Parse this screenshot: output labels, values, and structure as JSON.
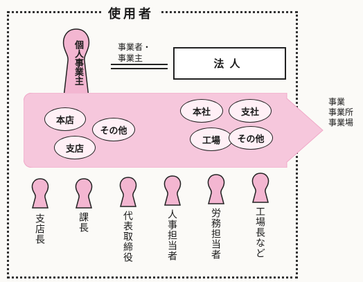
{
  "title": "使用者",
  "individual": {
    "label": "個人事業主"
  },
  "jigyou_label_line1": "事業者・",
  "jigyou_label_line2": "事業主",
  "houjin_label": "法人",
  "band": {
    "left_ovals": [
      "本店",
      "その他",
      "支店"
    ],
    "right_ovals": [
      "本社",
      "支社",
      "工場",
      "その他"
    ]
  },
  "side_labels": [
    "事業",
    "事業所",
    "事業場"
  ],
  "persons": [
    "支店長",
    "課長",
    "代表取締役",
    "人事担当者",
    "労務担当者",
    "工場長など"
  ],
  "colors": {
    "pink": "#f3b6d1",
    "band": "#f6c7dc",
    "oval_bg": "#fff0f6"
  }
}
